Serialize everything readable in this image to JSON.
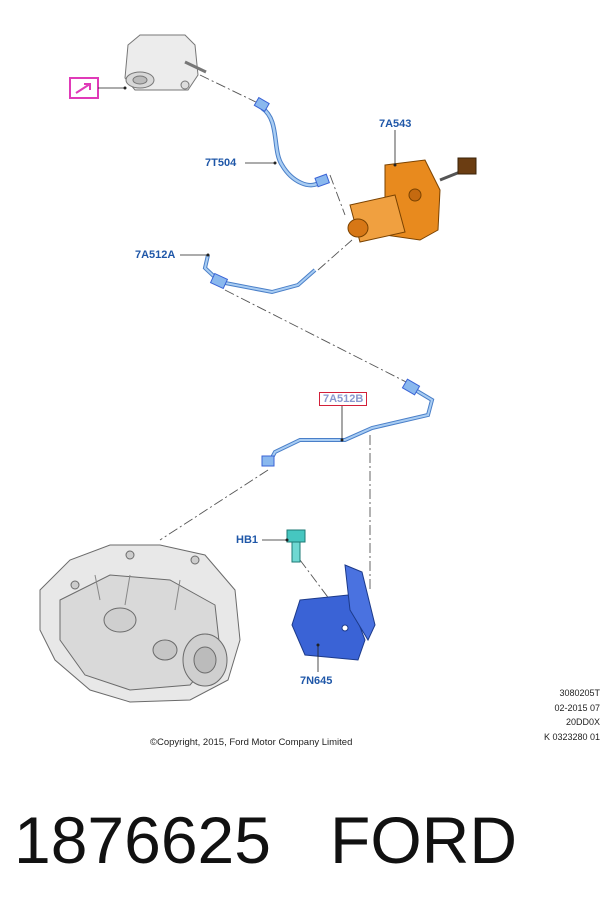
{
  "callouts": {
    "master_cylinder": "7A543",
    "hose_upper": "7T504",
    "tube_a": "7A512A",
    "tube_b": "7A512B",
    "bolt": "HB1",
    "bracket": "7N645"
  },
  "copyright": "©Copyright, 2015, Ford Motor Company Limited",
  "illustration_codes": [
    "3080205T",
    "02-2015 07",
    "20DD0X",
    "K 0323280 01"
  ],
  "part_number": "1876625",
  "brand": "FORD",
  "colors": {
    "callout_blue": "#1f57a8",
    "part_blue": "#3a63d6",
    "tube_blue": "#7aaee8",
    "master_cylinder_orange": "#e88a1e",
    "marker_magenta": "#e03ab8",
    "highlight_red": "#d2203a"
  }
}
